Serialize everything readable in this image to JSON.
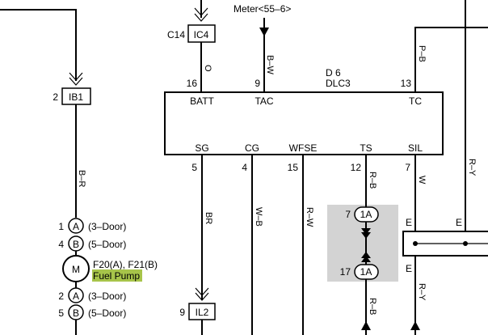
{
  "meter_label": "Meter<55–6>",
  "ic4": {
    "pin": "C14",
    "name": "IC4",
    "wire": "O"
  },
  "ib1": {
    "pin": "2",
    "name": "IB1",
    "wire": "B–R"
  },
  "tac_wire": "B–W",
  "dlc3": {
    "code": "D 6",
    "name": "DLC3",
    "top_pins": [
      {
        "num": "16",
        "label": "BATT"
      },
      {
        "num": "9",
        "label": "TAC"
      },
      {
        "num": "13",
        "label": "TC"
      }
    ],
    "bottom_pins": [
      {
        "num": "5",
        "label": "SG",
        "wire": "BR"
      },
      {
        "num": "4",
        "label": "CG",
        "wire": "W–B"
      },
      {
        "num": "15",
        "label": "WFSE",
        "wire": "R–W"
      },
      {
        "num": "12",
        "label": "TS",
        "wire": "R–B"
      },
      {
        "num": "7",
        "label": "SIL",
        "wire": "W"
      }
    ]
  },
  "tc_wire": "P–B",
  "right_wire": "R–Y",
  "ry_lower_wire": "R–Y",
  "rb_lower_wire": "R–B",
  "junction": {
    "top": {
      "pin": "7",
      "name": "1A"
    },
    "bottom": {
      "pin": "17",
      "name": "1A"
    }
  },
  "ground_labels": [
    "E",
    "E",
    "E"
  ],
  "fuel_pump": {
    "connectors": [
      {
        "pin": "1",
        "letter": "A",
        "desc": "(3–Door)"
      },
      {
        "pin": "4",
        "letter": "B",
        "desc": "(5–Door)"
      },
      {
        "pin": "2",
        "letter": "A",
        "desc": "(3–Door)"
      },
      {
        "pin": "5",
        "letter": "B",
        "desc": "(5–Door)"
      }
    ],
    "motor": "M",
    "part_codes": "F20(A), F21(B)",
    "name": "Fuel Pump"
  },
  "il2": {
    "pin": "9",
    "name": "IL2"
  }
}
